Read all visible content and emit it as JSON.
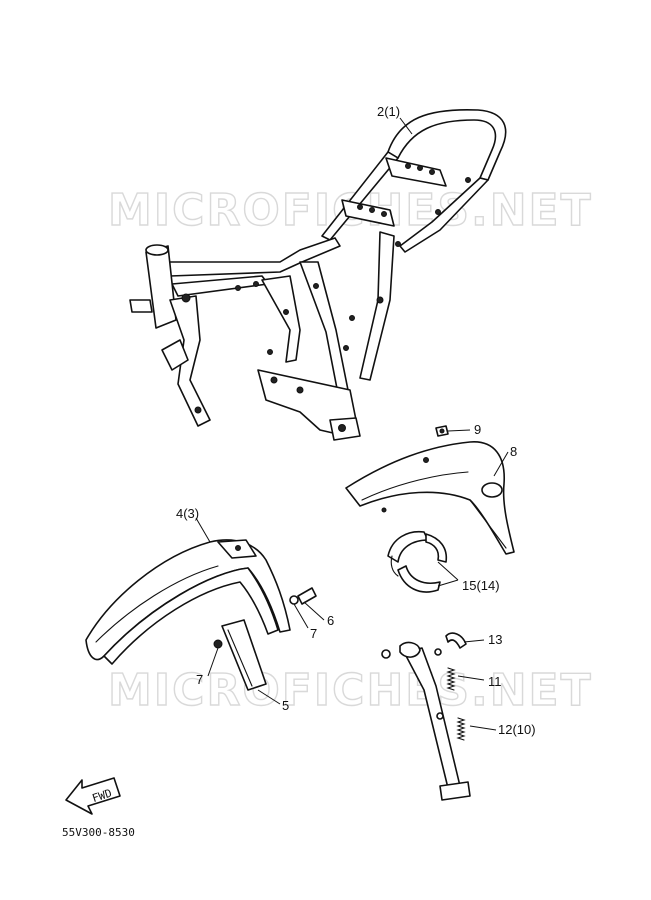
{
  "watermark": "MICROFICHES.NET",
  "part_labels": {
    "p2": "2(1)",
    "p4": "4(3)",
    "p5": "5",
    "p6": "6",
    "p7a": "7",
    "p7b": "7",
    "p8": "8",
    "p9": "9",
    "p11": "11",
    "p12": "12(10)",
    "p13": "13",
    "p15": "15(14)"
  },
  "fwd_label": "FWD",
  "diagram_code": "55V300-8530"
}
